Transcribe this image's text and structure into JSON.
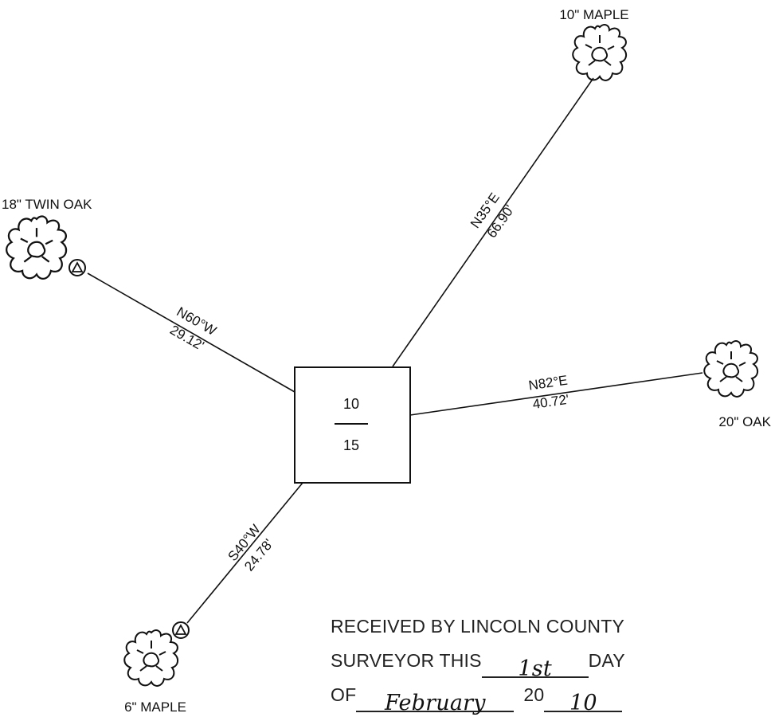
{
  "center": {
    "top_number": "10",
    "bottom_number": "15"
  },
  "trees": [
    {
      "id": "ne",
      "label": "10\" MAPLE"
    },
    {
      "id": "w",
      "label": "18\" TWIN OAK"
    },
    {
      "id": "e",
      "label": "20\" OAK"
    },
    {
      "id": "sw",
      "label": "6\" MAPLE"
    }
  ],
  "bearings": [
    {
      "id": "ne",
      "bearing": "N35°E",
      "distance": "66.90'"
    },
    {
      "id": "w",
      "bearing": "N60°W",
      "distance": "29.12'"
    },
    {
      "id": "e",
      "bearing": "N82°E",
      "distance": "40.72'"
    },
    {
      "id": "sw",
      "bearing": "S40°W",
      "distance": "24.78'"
    }
  ],
  "stamp": {
    "line1": "RECEIVED BY LINCOLN COUNTY",
    "line2_prefix": "SURVEYOR THIS",
    "day_value": "1st",
    "line2_suffix": "DAY",
    "line3_prefix": "OF",
    "month_value": "February",
    "year_prefix": "20",
    "year_value": "10"
  }
}
